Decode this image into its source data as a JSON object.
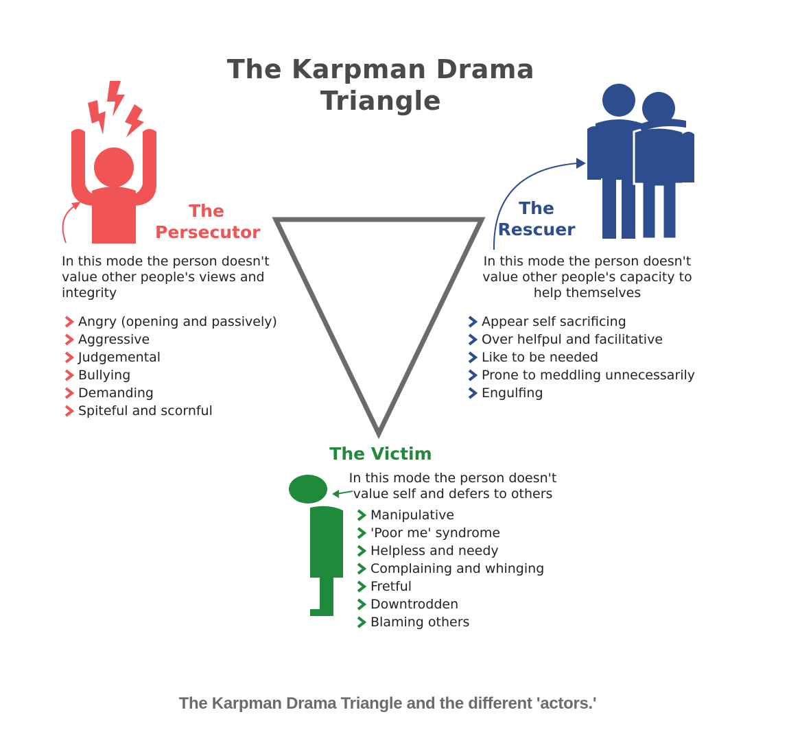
{
  "title_line1": "The Karpman Drama",
  "title_line2": "Triangle",
  "colors": {
    "persecutor": "#f05454",
    "rescuer": "#2e4d8f",
    "victim": "#1f8a3a",
    "triangle": "#6b6b6b",
    "title": "#4a4a4a"
  },
  "persecutor": {
    "name_line1": "The",
    "name_line2": "Persecutor",
    "description": "In this mode the person doesn't value other people's views and integrity",
    "traits": [
      "Angry (opening and passively)",
      "Aggressive",
      "Judgemental",
      "Bullying",
      "Demanding",
      "Spiteful and scornful"
    ]
  },
  "rescuer": {
    "name_line1": "The",
    "name_line2": "Rescuer",
    "description": "In this mode the person doesn't value other people's capacity to help themselves",
    "traits": [
      "Appear self sacrificing",
      "Over helfpul and facilitative",
      "Like to be needed",
      "Prone to meddling unnecessarily",
      "Engulfing"
    ]
  },
  "victim": {
    "name": "The Victim",
    "description": "In this mode the person doesn't value self and defers to others",
    "traits": [
      "Manipulative",
      "'Poor me' syndrome",
      "Helpless and needy",
      "Complaining and whinging",
      "Fretful",
      "Downtrodden",
      "Blaming others"
    ]
  },
  "caption": "The Karpman Drama Triangle and the different 'actors.'"
}
